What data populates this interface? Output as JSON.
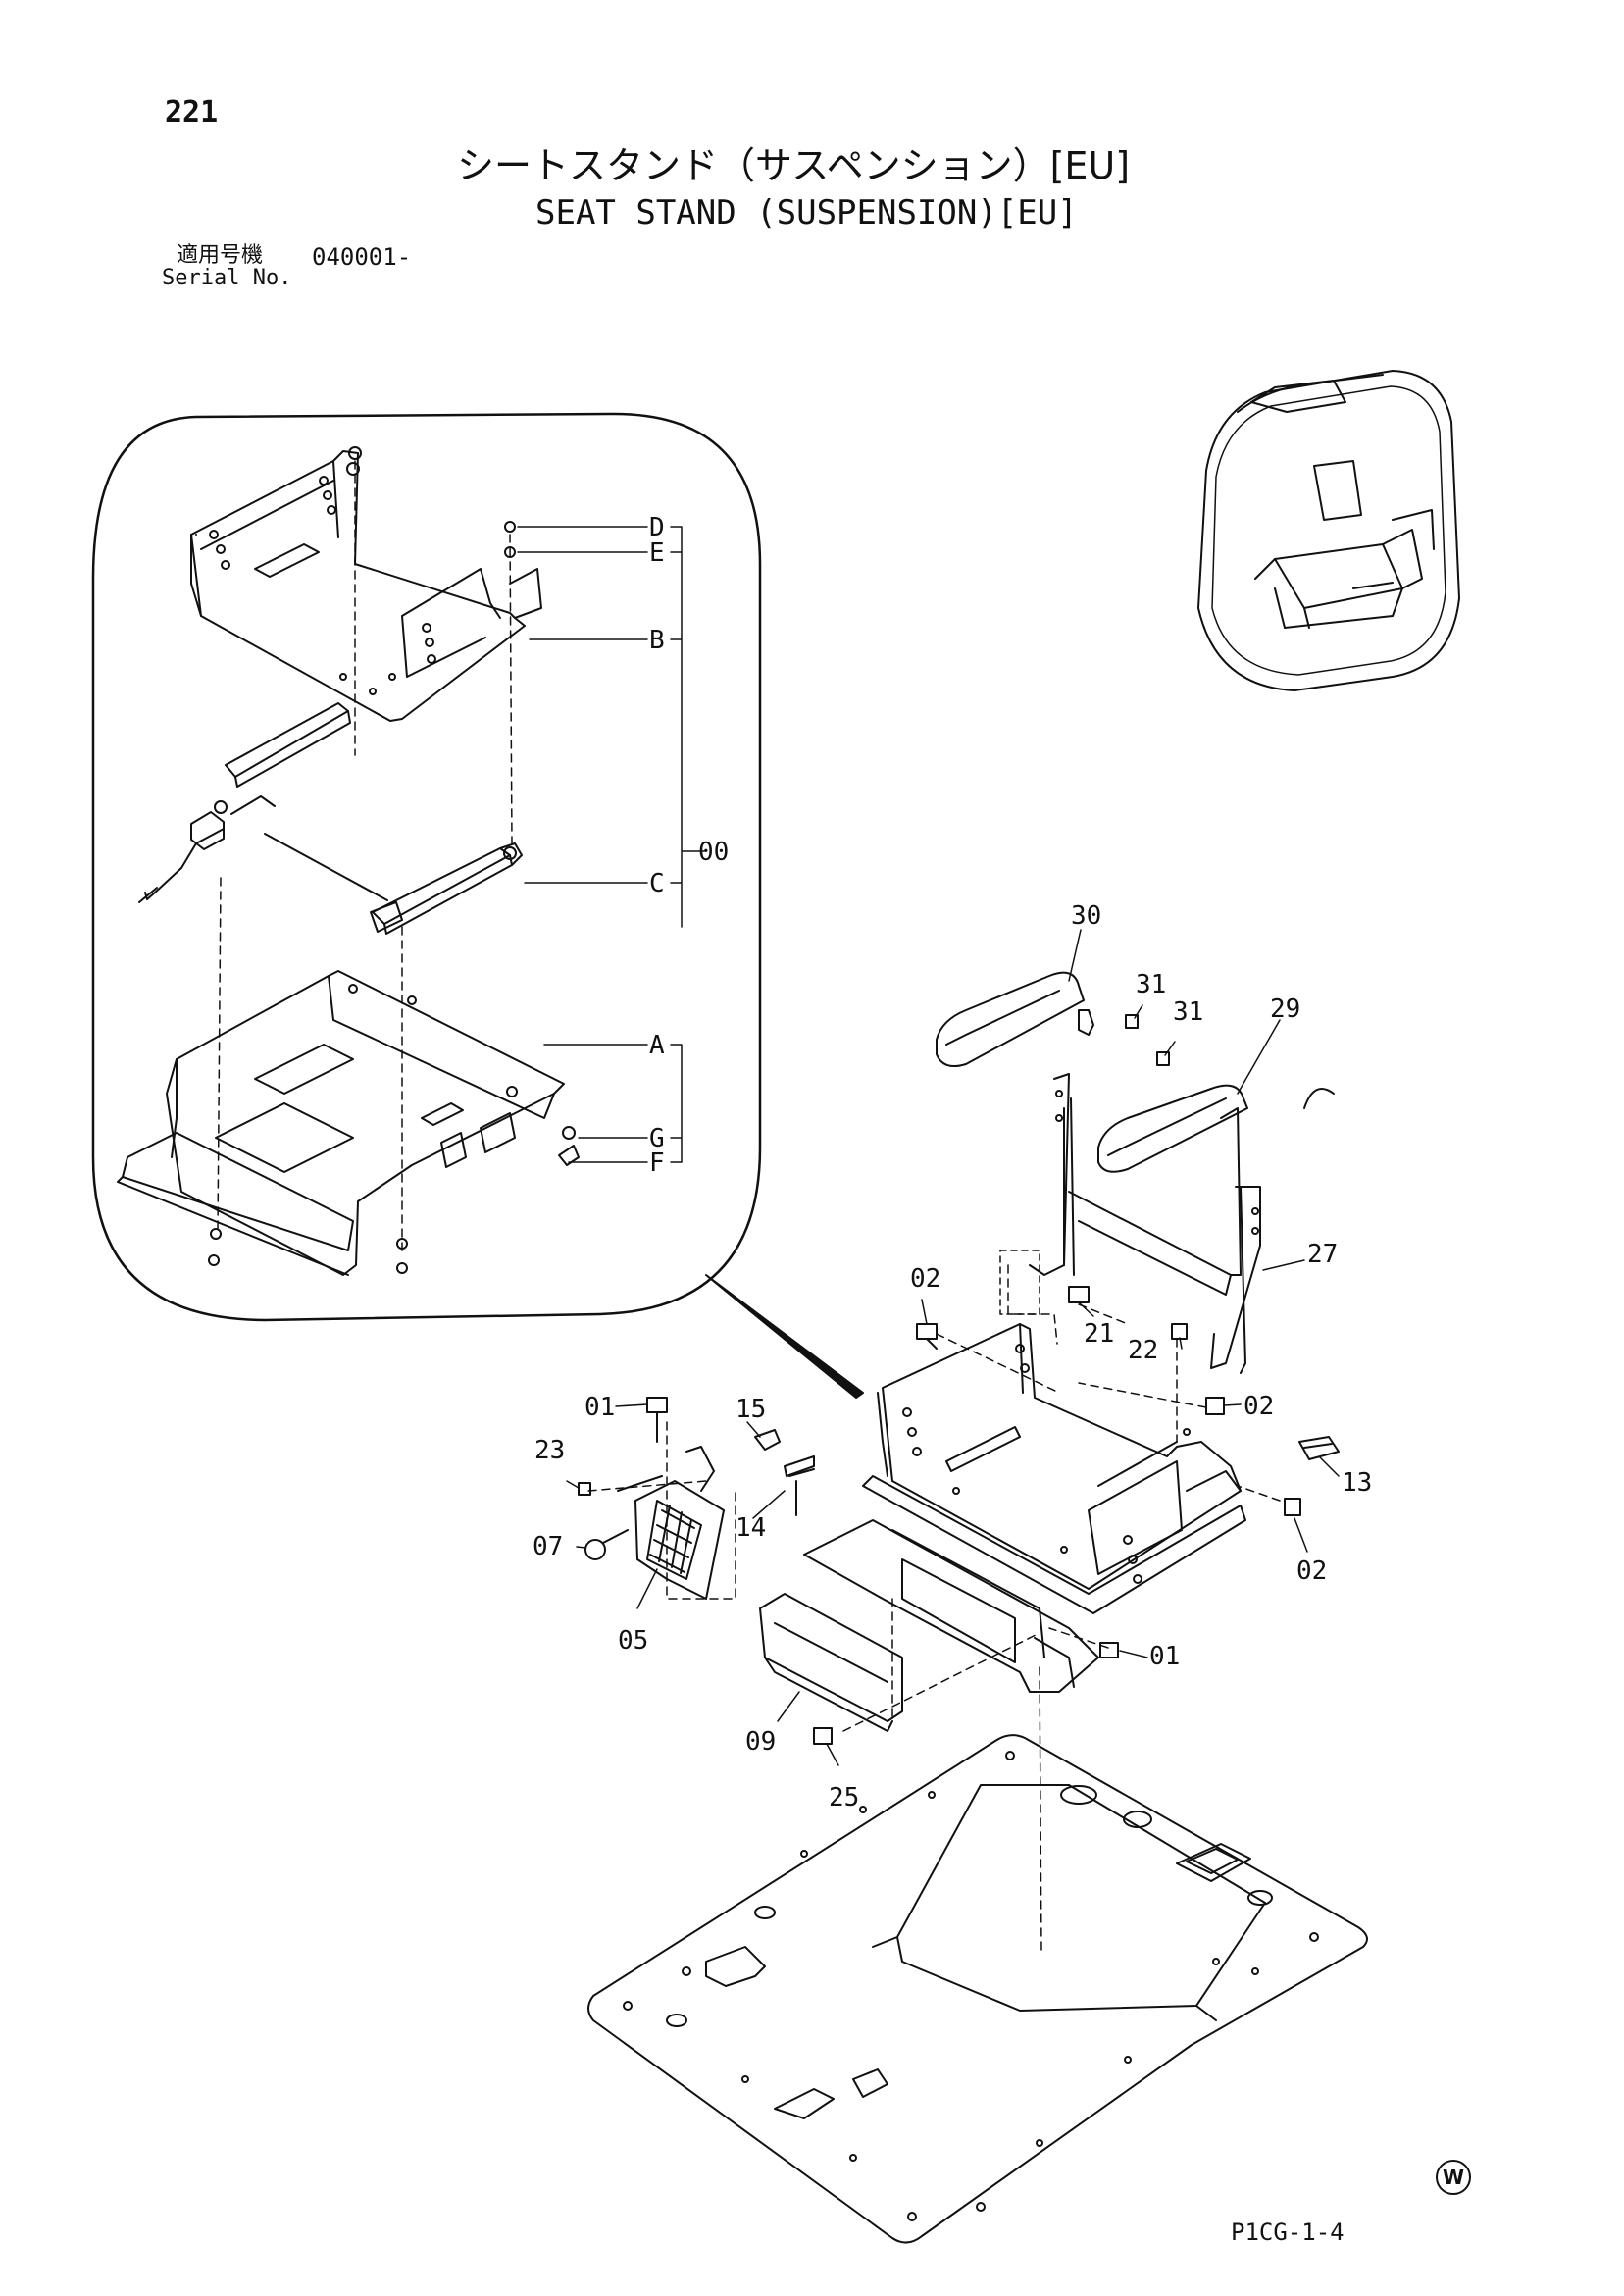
{
  "header": {
    "page_number": "221",
    "title_jp": "シートスタンド（サスペンション）[EU]",
    "title_en": "SEAT STAND (SUSPENSION)[EU]",
    "serial_label_jp": "適用号機",
    "serial_value": "040001-",
    "serial_label_en": "Serial No."
  },
  "inset_callouts": {
    "D": "D",
    "E": "E",
    "B": "B",
    "C": "C",
    "A": "A",
    "G": "G",
    "F": "F",
    "group": "00"
  },
  "part_numbers": {
    "p30": "30",
    "p31a": "31",
    "p31b": "31",
    "p29": "29",
    "p27": "27",
    "p02a": "02",
    "p21": "21",
    "p22": "22",
    "p02b": "02",
    "p13": "13",
    "p02c": "02",
    "p01a": "01",
    "p15": "15",
    "p23": "23",
    "p14": "14",
    "p07": "07",
    "p05": "05",
    "p01b": "01",
    "p09": "09",
    "p25": "25"
  },
  "footer": {
    "region_mark": "W",
    "drawing_code": "P1CG-1-4"
  }
}
